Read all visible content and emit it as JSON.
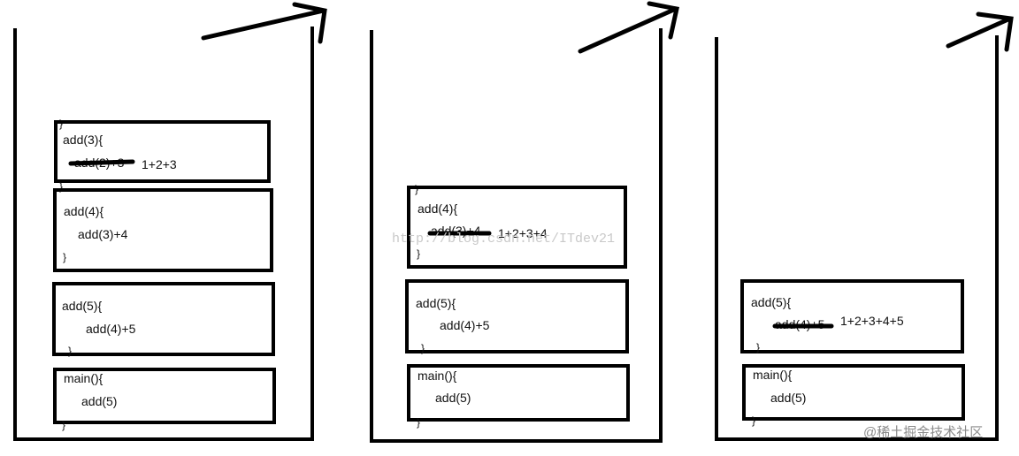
{
  "diagram": {
    "stacks": [
      {
        "frames": [
          {
            "open": "add(3){",
            "body_struck": "add(2)+3",
            "result": "1+2+3",
            "close_top": "}",
            "close_bottom": "}"
          },
          {
            "open": "add(4){",
            "body": "add(3)+4",
            "close": "}"
          },
          {
            "open": "add(5){",
            "body": "add(4)+5",
            "close": "}"
          },
          {
            "open": "main(){",
            "body": "add(5)",
            "close": "}"
          }
        ]
      },
      {
        "frames": [
          {
            "open": "add(4){",
            "body_struck": "add(3)+4",
            "result": "1+2+3+4",
            "close_top": "}",
            "close": "}"
          },
          {
            "open": "add(5){",
            "body": "add(4)+5",
            "close": "}"
          },
          {
            "open": "main(){",
            "body": "add(5)",
            "close": "}"
          }
        ]
      },
      {
        "frames": [
          {
            "open": "add(5){",
            "body_struck": "add(4)+5",
            "result": "1+2+3+4+5",
            "close": "}"
          },
          {
            "open": "main(){",
            "body": "add(5)",
            "close": "}"
          }
        ]
      }
    ],
    "watermark_center": "http://blog.csdn.net/ITdev21",
    "watermark_corner": "@稀土掘金技术社区"
  }
}
